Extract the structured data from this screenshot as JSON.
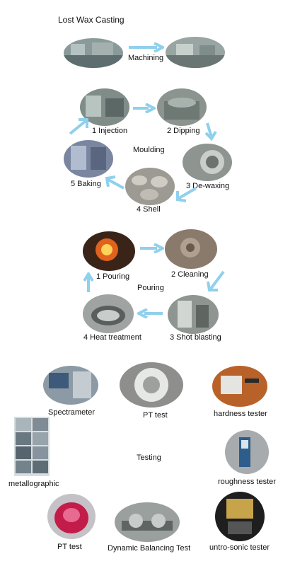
{
  "header": {
    "title": "Lost Wax Casting"
  },
  "machining": {
    "label": "Machining"
  },
  "moulding": {
    "label": "Moulding",
    "steps": [
      "1 Injection",
      "2 Dipping",
      "3 De-waxing",
      "4 Shell",
      "5 Baking"
    ]
  },
  "pouring": {
    "label": "Pouring",
    "steps": [
      "1 Pouring",
      "2 Cleaning",
      "3 Shot blasting",
      "4 Heat treatment"
    ]
  },
  "testing": {
    "label": "Testing",
    "items": [
      "Spectrameter",
      "PT test",
      "hardness tester",
      "metallographic",
      "roughness tester",
      "PT test",
      "Dynamic Balancing Test",
      "untro-sonic  tester"
    ]
  },
  "colors": {
    "arrow": "#8fd0ec",
    "text": "#111111",
    "background": "#ffffff"
  }
}
